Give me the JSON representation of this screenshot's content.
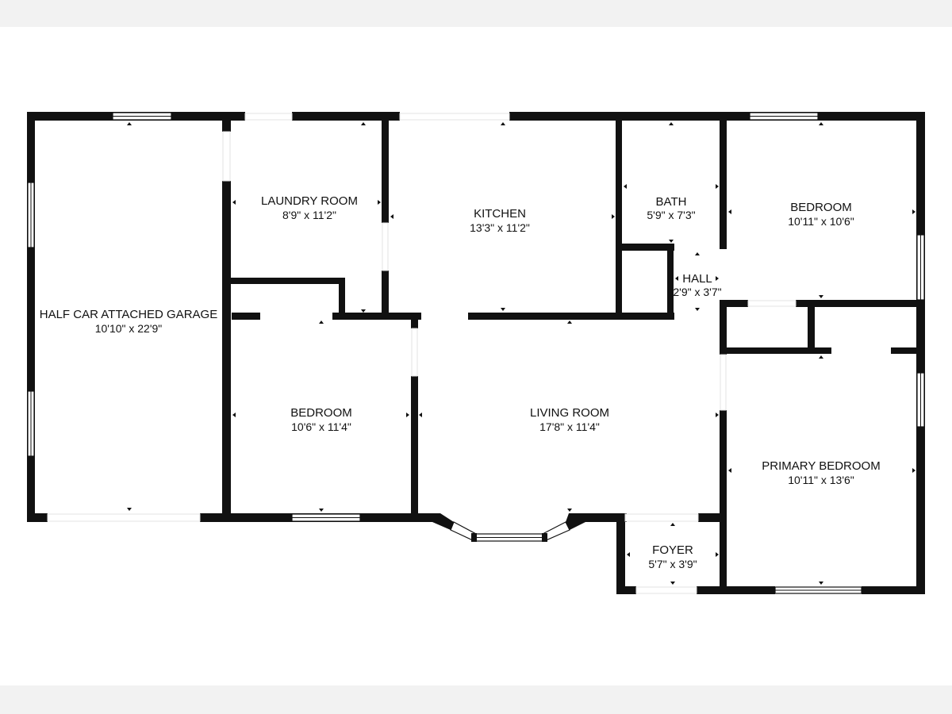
{
  "floor_plan": {
    "rooms": [
      {
        "id": "garage",
        "name": "HALF CAR ATTACHED GARAGE",
        "dims": "10'10\" x 22'9\""
      },
      {
        "id": "laundry",
        "name": "LAUNDRY ROOM",
        "dims": "8'9\" x 11'2\""
      },
      {
        "id": "kitchen",
        "name": "KITCHEN",
        "dims": "13'3\" x 11'2\""
      },
      {
        "id": "bath",
        "name": "BATH",
        "dims": "5'9\" x 7'3\""
      },
      {
        "id": "bedroom-ne",
        "name": "BEDROOM",
        "dims": "10'11\" x 10'6\""
      },
      {
        "id": "hall",
        "name": "HALL",
        "dims": "2'9\" x 3'7\""
      },
      {
        "id": "bedroom-sw",
        "name": "BEDROOM",
        "dims": "10'6\" x 11'4\""
      },
      {
        "id": "living",
        "name": "LIVING ROOM",
        "dims": "17'8\" x 11'4\""
      },
      {
        "id": "primary",
        "name": "PRIMARY BEDROOM",
        "dims": "10'11\" x 13'6\""
      },
      {
        "id": "foyer",
        "name": "FOYER",
        "dims": "5'7\" x 3'9\""
      }
    ]
  }
}
